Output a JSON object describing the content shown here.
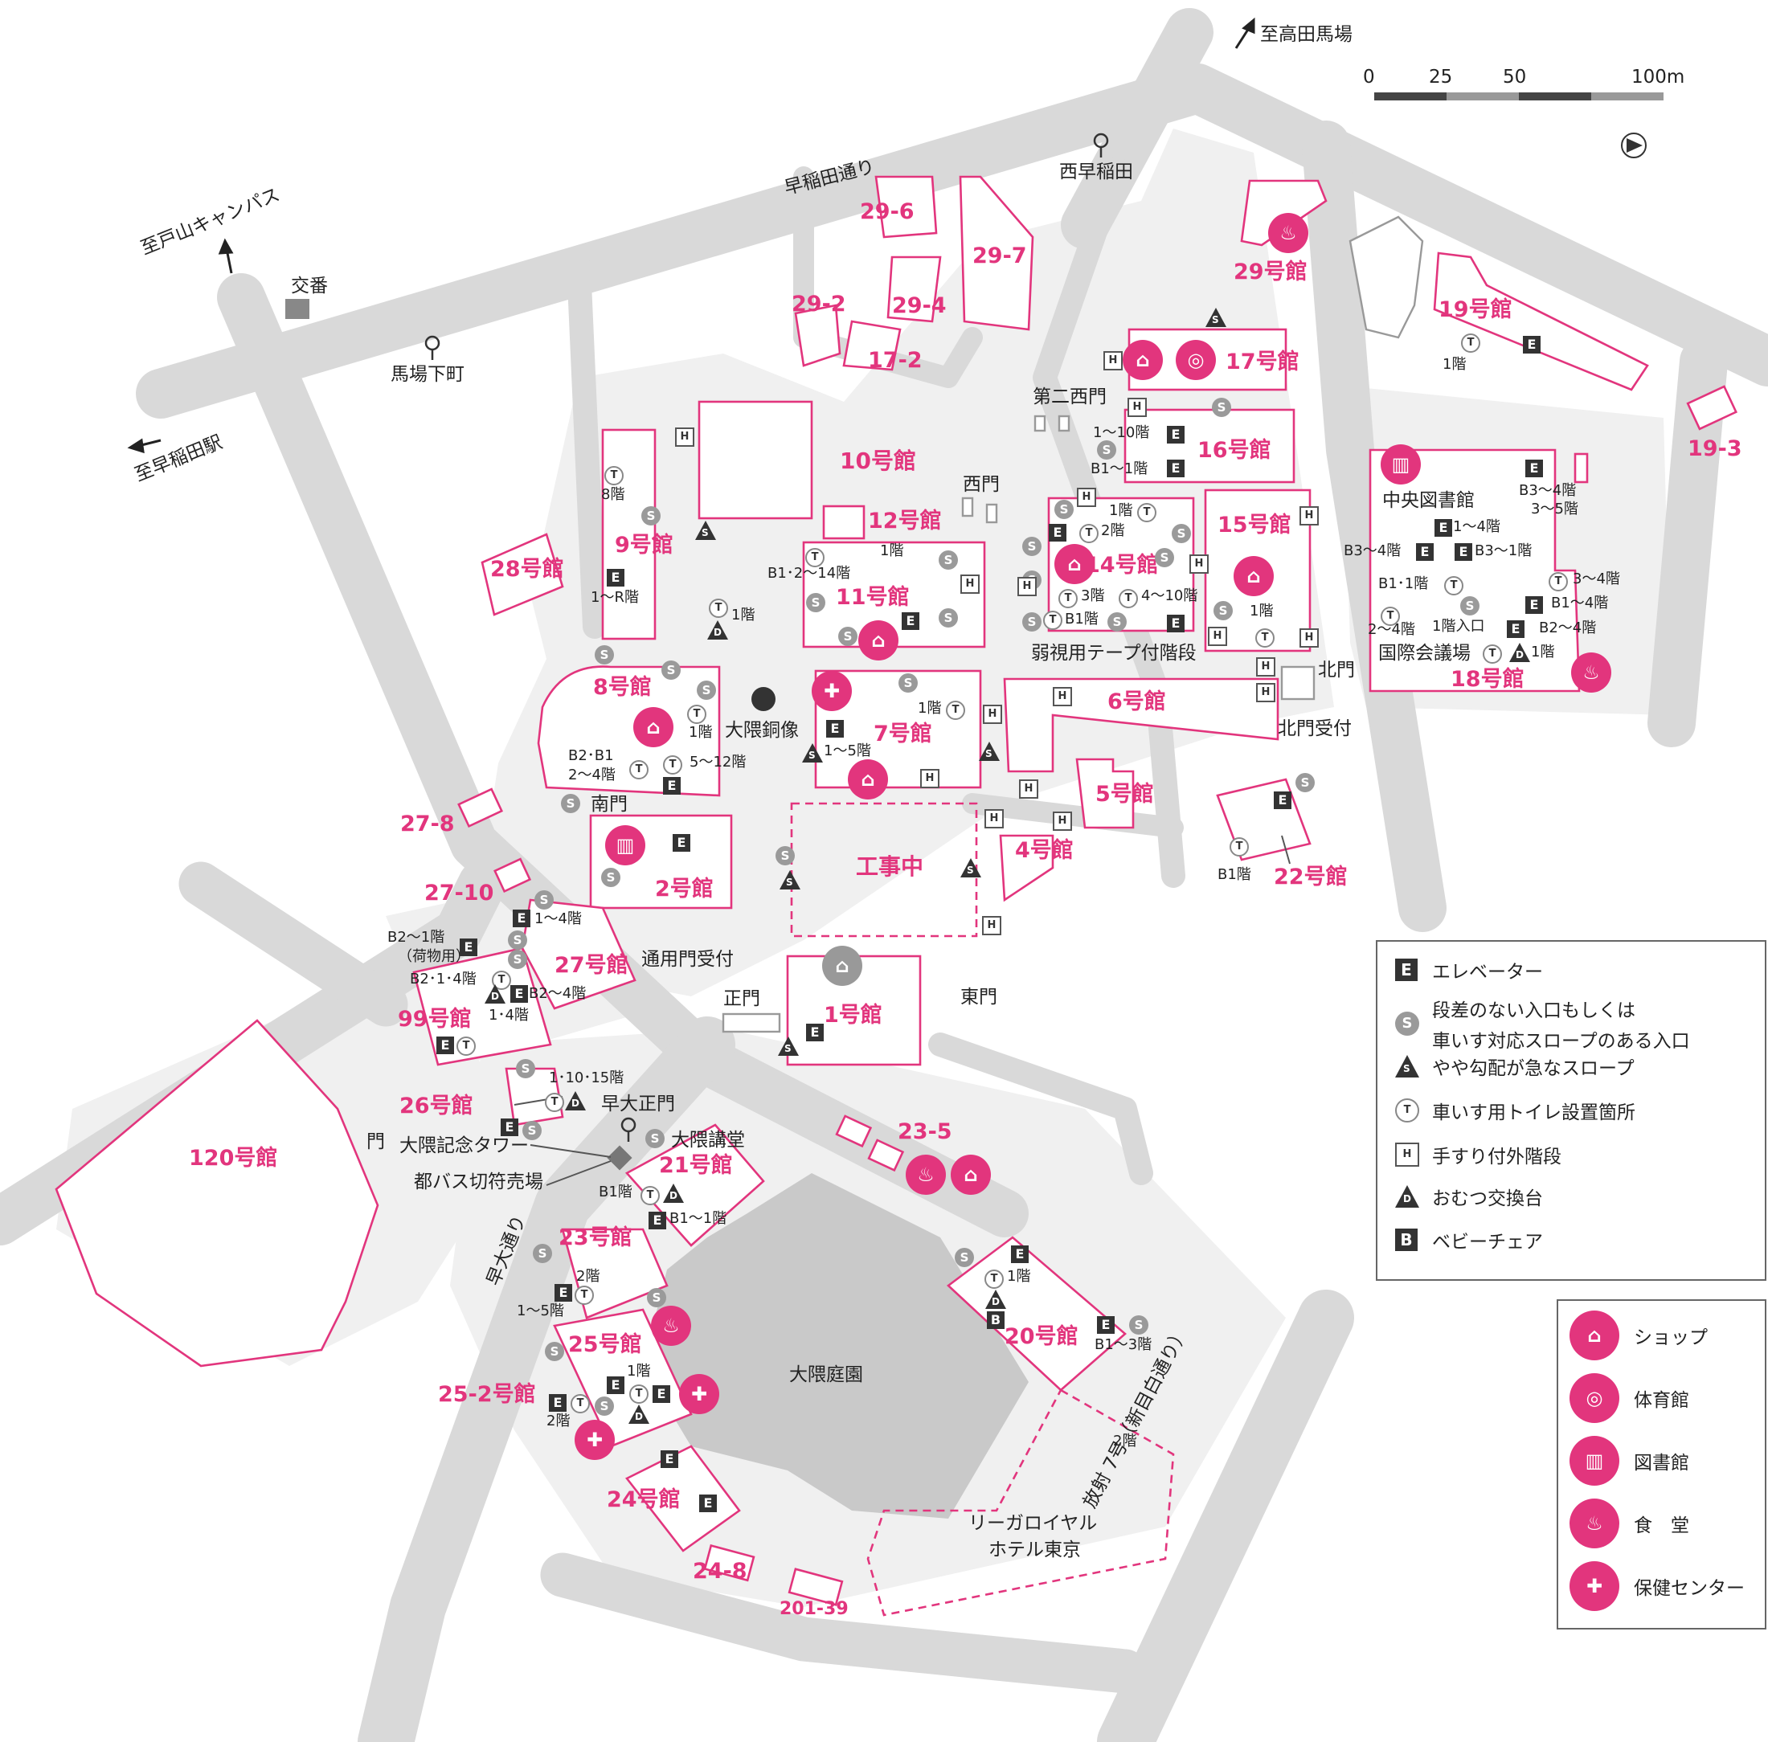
{
  "buildings": {
    "b1": "1号館",
    "b2": "2号館",
    "b4": "4号館",
    "b5": "5号館",
    "b6": "6号館",
    "b7": "7号館",
    "b8": "8号館",
    "b9": "9号館",
    "b10": "10号館",
    "b11": "11号館",
    "b12": "12号館",
    "b14": "14号館",
    "b15": "15号館",
    "b16": "16号館",
    "b17": "17号館",
    "b18": "18号館",
    "b19": "19号館",
    "b20": "20号館",
    "b21": "21号館",
    "b22": "22号館",
    "b23": "23号館",
    "b24": "24号館",
    "b25": "25号館",
    "b25_2": "25-2号館",
    "b26": "26号館",
    "b27": "27号館",
    "b28": "28号館",
    "b29": "29号館",
    "b99": "99号館",
    "b120": "120号館",
    "b29_6": "29-6",
    "b29_7": "29-7",
    "b29_2": "29-2",
    "b29_4": "29-4",
    "b17_2": "17-2",
    "b19_3": "19-3",
    "b27_8": "27-8",
    "b27_10": "27-10",
    "b23_5": "23-5",
    "b24_8": "24-8",
    "b201_39": "201-39",
    "construction": "工事中",
    "library": "中央図書館"
  },
  "places": {
    "to_takadanobaba": "至高田馬場",
    "to_toyama": "至戸山キャンパス",
    "to_waseda_sta": "至早稲田駅",
    "koban": "交番",
    "babashita": "馬場下町",
    "nishiwaseda": "西早稲田",
    "waseda_dori": "早稲田通り",
    "dai2_nishimon": "第二西門",
    "nishimon": "西門",
    "kitamon": "北門",
    "kitamon_uketsuke": "北門受付",
    "nanmon": "南門",
    "seimon": "正門",
    "higashimon": "東門",
    "tsuyomon": "通用門受付",
    "okuma_statue": "大隈銅像",
    "kokusai": "国際会議場",
    "tape_stairs": "弱視用テープ付階段",
    "sodai_seimon": "早大正門",
    "okuma_auditorium": "大隈講堂",
    "okuma_tower": "大隈記念タワー",
    "mon": "門",
    "toei_bus": "都バス切符売場",
    "sodai_dori": "早大通り",
    "okuma_garden": "大隈庭園",
    "rihga1": "リーガロイヤル",
    "rihga2": "ホテル東京",
    "route7": "放射 7号（新目白通り）"
  },
  "floors": {
    "f9a": "8階",
    "f9b": "1〜R階",
    "f11a": "B1･2〜14階",
    "f11b": "1階",
    "f10b": "1階",
    "f8a": "1階",
    "f8b": "B2･B1",
    "f8c": "2〜4階",
    "f8d": "5〜12階",
    "f7a": "1階",
    "f7b": "1〜5階",
    "f16a": "1〜10階",
    "f16b": "B1〜1階",
    "f14a": "1階",
    "f14b": "2階",
    "f14c": "3階",
    "f14d": "4〜10階",
    "f14e": "B1階",
    "f15a": "1階",
    "f17": "1階",
    "f18a": "B3〜4階",
    "f18b": "3〜5階",
    "f18c": "1〜4階",
    "f18d": "B3〜4階",
    "f18e": "B3〜1階",
    "f18f": "B1･1階",
    "f18g": "3〜4階",
    "f18h": "B1〜4階",
    "f18i": "2〜4階",
    "f18j": "1階入口",
    "f18k": "B2〜4階",
    "f18l": "1階",
    "f22": "B1階",
    "f27a": "1〜4階",
    "f27b": "B2〜1階",
    "f27c": "（荷物用）",
    "f27d": "B2･1･4階",
    "f27e": "B2〜4階",
    "f99": "1･4階",
    "f26": "1･10･15階",
    "f21a": "B1階",
    "f21b": "B1〜1階",
    "f23a": "2階",
    "f23b": "1〜5階",
    "f25a": "1階",
    "f252": "2階",
    "f20a": "1階",
    "f20b": "B1〜3階",
    "f20c": "2階"
  },
  "scale": {
    "s0": "0",
    "s25": "25",
    "s50": "50",
    "s100": "100m"
  },
  "legend": {
    "e": "エレベーター",
    "s1": "段差のない入口もしくは",
    "s2": "車いす対応スロープのある入口",
    "steep": "やや勾配が急なスロープ",
    "t": "車いす用トイレ設置箇所",
    "h": "手すり付外階段",
    "d": "おむつ交換台",
    "b": "ベビーチェア"
  },
  "facilities": {
    "shop": "ショップ",
    "gym": "体育館",
    "lib": "図書館",
    "cafeteria": "食　堂",
    "health": "保健センター"
  },
  "icon_letters": {
    "e": "E",
    "s": "S",
    "t": "T",
    "h": "H",
    "d": "D",
    "b": "B"
  },
  "colors": {
    "accent": "#e2357d",
    "road": "#d9d9d9",
    "campus": "#f0f0f0",
    "garden": "#c9c9c9"
  }
}
